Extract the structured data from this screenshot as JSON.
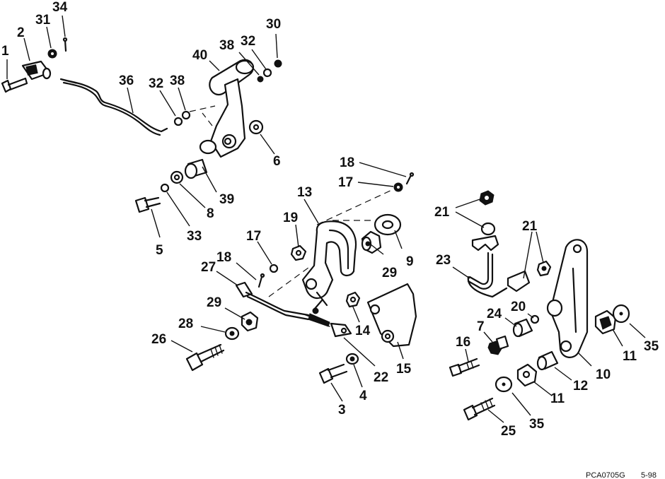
{
  "callouts": [
    {
      "id": "1",
      "label": "1"
    },
    {
      "id": "2",
      "label": "2"
    },
    {
      "id": "31",
      "label": "31"
    },
    {
      "id": "34",
      "label": "34"
    },
    {
      "id": "36",
      "label": "36"
    },
    {
      "id": "40",
      "label": "40"
    },
    {
      "id": "38a",
      "label": "38"
    },
    {
      "id": "32a",
      "label": "32"
    },
    {
      "id": "30",
      "label": "30"
    },
    {
      "id": "32b",
      "label": "32"
    },
    {
      "id": "38b",
      "label": "38"
    },
    {
      "id": "6",
      "label": "6"
    },
    {
      "id": "39",
      "label": "39"
    },
    {
      "id": "8",
      "label": "8"
    },
    {
      "id": "33",
      "label": "33"
    },
    {
      "id": "5",
      "label": "5"
    },
    {
      "id": "18a",
      "label": "18"
    },
    {
      "id": "17a",
      "label": "17"
    },
    {
      "id": "13",
      "label": "13"
    },
    {
      "id": "19",
      "label": "19"
    },
    {
      "id": "17b",
      "label": "17"
    },
    {
      "id": "18b",
      "label": "18"
    },
    {
      "id": "27",
      "label": "27"
    },
    {
      "id": "29a",
      "label": "29"
    },
    {
      "id": "9",
      "label": "9"
    },
    {
      "id": "29b",
      "label": "29"
    },
    {
      "id": "28",
      "label": "28"
    },
    {
      "id": "26",
      "label": "26"
    },
    {
      "id": "14",
      "label": "14"
    },
    {
      "id": "22",
      "label": "22"
    },
    {
      "id": "15",
      "label": "15"
    },
    {
      "id": "4",
      "label": "4"
    },
    {
      "id": "3",
      "label": "3"
    },
    {
      "id": "21a",
      "label": "21"
    },
    {
      "id": "21b",
      "label": "21"
    },
    {
      "id": "23",
      "label": "23"
    },
    {
      "id": "20",
      "label": "20"
    },
    {
      "id": "24",
      "label": "24"
    },
    {
      "id": "7",
      "label": "7"
    },
    {
      "id": "16",
      "label": "16"
    },
    {
      "id": "11a",
      "label": "11"
    },
    {
      "id": "35a",
      "label": "35"
    },
    {
      "id": "10",
      "label": "10"
    },
    {
      "id": "12",
      "label": "12"
    },
    {
      "id": "11b",
      "label": "11"
    },
    {
      "id": "35b",
      "label": "35"
    },
    {
      "id": "25",
      "label": "25"
    }
  ],
  "footer": {
    "code": "PCA0705G",
    "date": "5-98"
  }
}
